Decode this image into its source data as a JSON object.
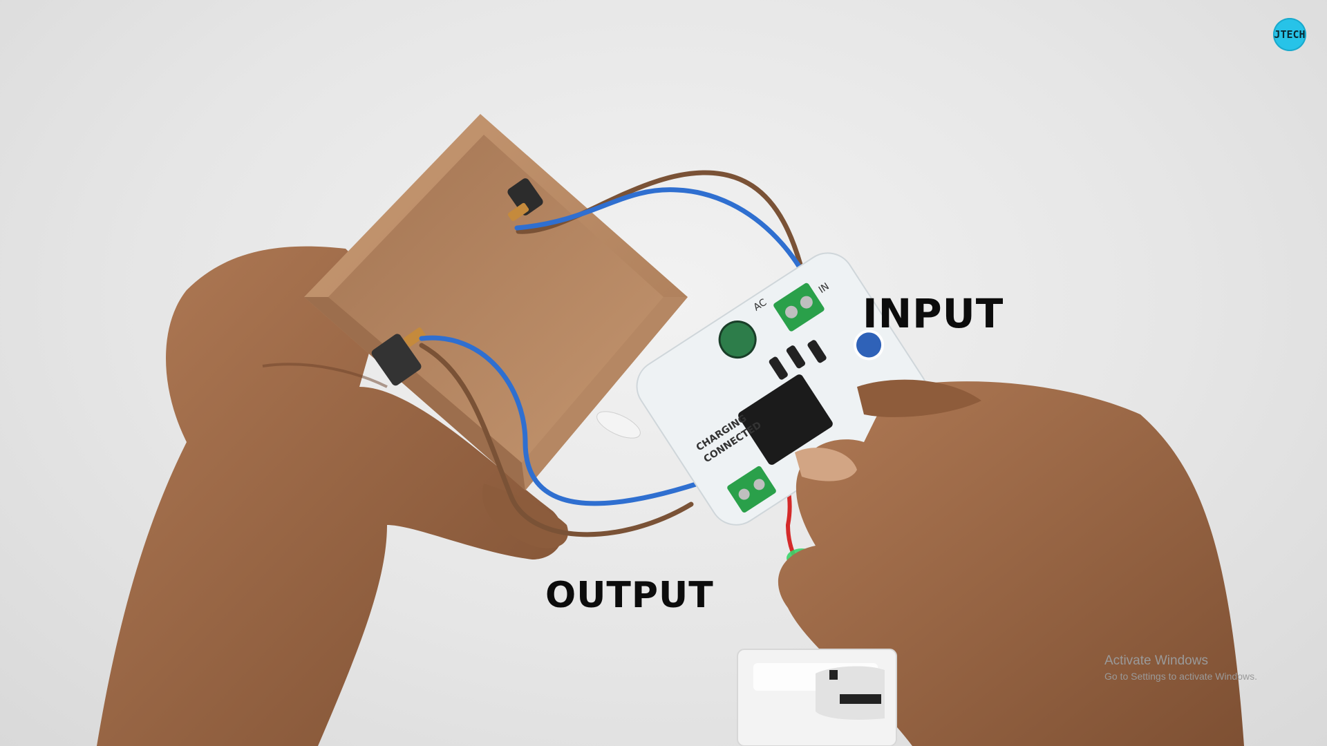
{
  "labels": {
    "input": "INPUT",
    "output": "OUTPUT"
  },
  "logo": {
    "text": "JTECH",
    "color": "#27c3e8"
  },
  "watermark": {
    "title": "Activate Windows",
    "subtitle": "Go to Settings to activate Windows."
  },
  "board": {
    "silkscreen_charging": "CHARGING",
    "silkscreen_connected": "CONNECTED",
    "silkscreen_ac": "AC",
    "silkscreen_in": "IN"
  },
  "colors": {
    "wire_blue": "#2f6fd0",
    "wire_brown": "#7a5236",
    "wire_red": "#d42a2a",
    "wire_green": "#1f8f45",
    "cardboard": "#b88a66",
    "pcb": "#eef2f4",
    "terminal_green": "#2aa04a"
  }
}
